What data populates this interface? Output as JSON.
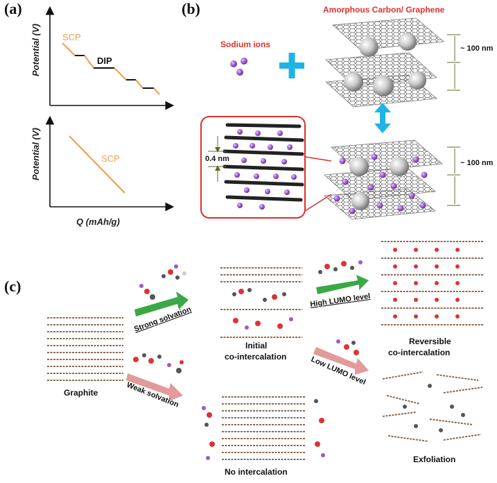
{
  "panel_a": {
    "label": "(a)",
    "top_ylabel": "Potential (V)",
    "top_curve_slope_label": "SCP",
    "top_curve_plateau_label": "DIP",
    "bottom_ylabel": "Potential (V)",
    "bottom_curve_label": "SCP",
    "xlabel": "Q  (mAh/g)",
    "colors": {
      "slope": "#f0a050",
      "plateau": "#111111"
    }
  },
  "panel_b": {
    "label": "(b)",
    "material_title": "Amorphous Carbon/ Graphene",
    "ions_label": "Sodium ions",
    "spacing_top": "~ 100 nm",
    "spacing_bottom": "~ 100 nm",
    "interlayer": "0.4 nm",
    "colors": {
      "title": "#e0302a",
      "plus": "#1fb4e6",
      "ion": "#9b59d0",
      "callout": "#d9302a"
    }
  },
  "panel_c": {
    "label": "(c)",
    "graphite": "Graphite",
    "strong_solvation": "Strong solvation",
    "weak_solvation": "Weak solvation",
    "initial_line1": "Initial",
    "initial_line2": "co-intercalation",
    "high_lumo": "High LUMO level",
    "low_lumo": "Low LUMO level",
    "reversible_line1": "Reversible",
    "reversible_line2": "co-intercalation",
    "exfoliation": "Exfoliation",
    "no_intercalation": "No intercalation",
    "colors": {
      "green_arrow": "#3aa845",
      "pink_arrow": "#e39a9a",
      "layer": "#8a6a50"
    }
  }
}
